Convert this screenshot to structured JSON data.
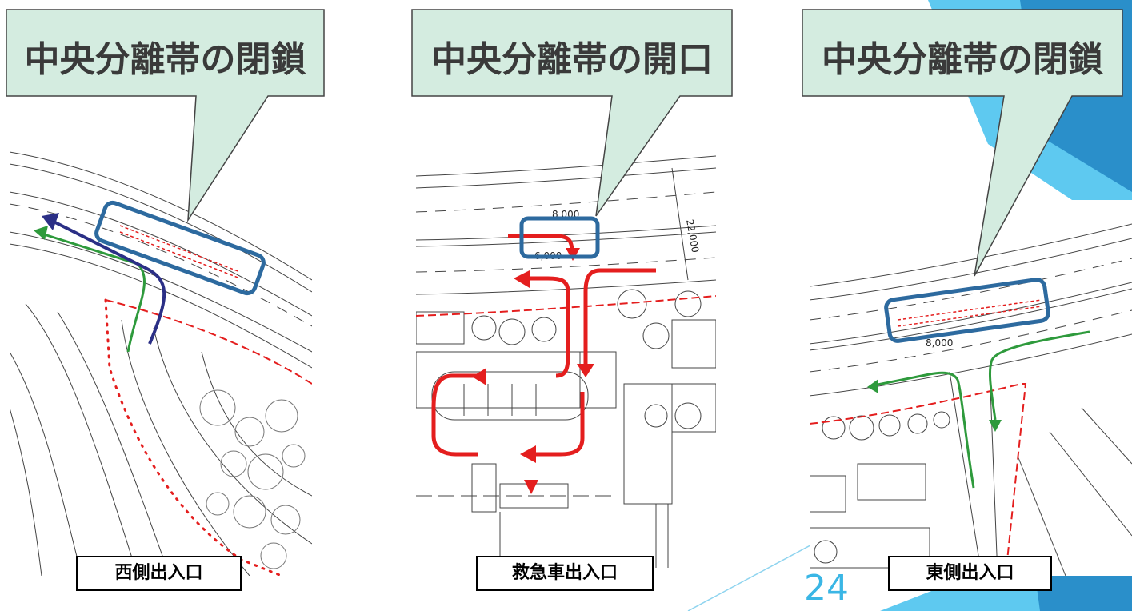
{
  "callouts": {
    "left": "中央分離帯の閉鎖",
    "center": "中央分離帯の開口",
    "right": "中央分離帯の閉鎖"
  },
  "labels": {
    "left": "西側出入口",
    "center": "救急車出入口",
    "right": "東側出入口"
  },
  "dimensions": {
    "width_8000_center": "8,000",
    "width_6000_center": "6,000",
    "width_22000_center": "22,000",
    "width_8000_right": "8,000"
  },
  "page_number": "24",
  "colors": {
    "callout_fill": "#d4ece0",
    "highlight_box": "#2d6a9f",
    "route_red": "#e41e1e",
    "route_green": "#2e9a3c",
    "route_navy": "#2b2f86",
    "accent_blue": "#1a8fd1",
    "accent_light": "#4fc3ef"
  }
}
